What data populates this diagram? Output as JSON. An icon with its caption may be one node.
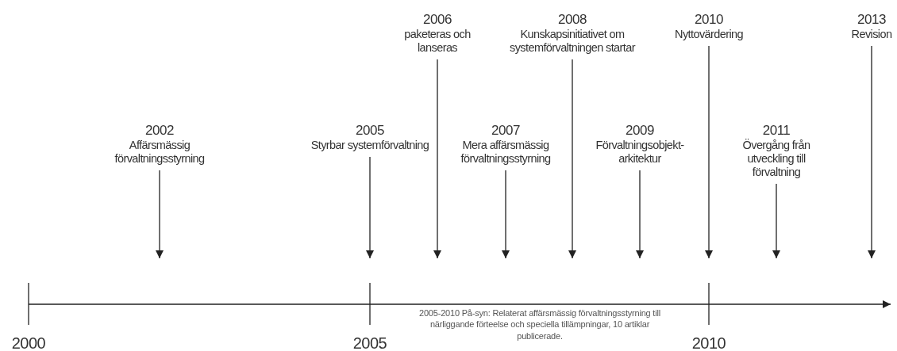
{
  "diagram": {
    "nodes": [
      {
        "text": [
          "2002",
          "Affärsmässig förvaltningsstyrning"
        ]
      },
      {
        "text": [
          "2005",
          "Styrbar systemförvaltning"
        ]
      },
      {
        "text": [
          "2006",
          "paketeras och lanseras"
        ]
      },
      {
        "text": [
          "2007",
          "Mera affärsmässig förvaltningsstyrning"
        ]
      },
      {
        "text": [
          "2008",
          "Kunskapsinitiativet om systemförvaltningen startar"
        ]
      },
      {
        "text": [
          "2009",
          "Förvaltningsobjekt-arkitektur"
        ]
      },
      {
        "text": [
          "2010",
          "Nyttovärdering"
        ]
      },
      {
        "text": [
          "2011",
          "Övergång från utveckling till förvaltning"
        ]
      },
      {
        "text": [
          "2013",
          "Revision"
        ]
      }
    ],
    "edges": [
      {
        "from": 0,
        "to": null,
        "arrow": "to"
      },
      {
        "from": 1,
        "to": null,
        "arrow": "to"
      },
      {
        "from": 2,
        "to": null,
        "arrow": "to"
      },
      {
        "from": 3,
        "to": null,
        "arrow": "to"
      },
      {
        "from": 4,
        "to": null,
        "arrow": "to"
      },
      {
        "from": 5,
        "to": null,
        "arrow": "to"
      },
      {
        "from": 6,
        "to": null,
        "arrow": "to"
      },
      {
        "from": 7,
        "to": null,
        "arrow": "to"
      },
      {
        "from": 8,
        "to": null,
        "arrow": "to"
      }
    ],
    "labels": [
      "2000",
      "2005",
      "2010",
      "2005-2010 På-syn: Relaterat affärsmässig förvaltningsstyrning till närliggande förteelse och speciella tillämpningar, 10 artiklar publicerade."
    ]
  }
}
